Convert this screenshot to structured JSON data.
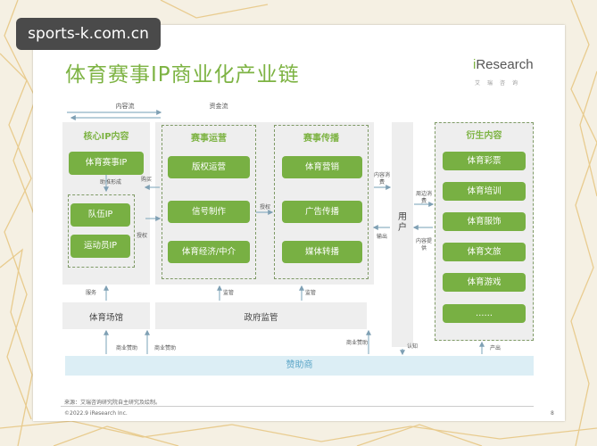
{
  "watermark": "sports-k.com.cn",
  "title": "体育赛事IP商业化产业链",
  "logo": {
    "prefix": "i",
    "name": "Research",
    "subtitle": "艾瑞咨询"
  },
  "flows": {
    "content_flow": "内容流",
    "capital_flow": "资金流"
  },
  "core_ip": {
    "header": "核心IP内容",
    "items": [
      "体育赛事IP",
      "队伍IP",
      "运动员IP"
    ],
    "help_form": "助推形成",
    "purchase": "购买",
    "license": "授权"
  },
  "operation": {
    "header": "赛事运营",
    "items": [
      "版权运营",
      "信号制作",
      "体育经济/中介"
    ]
  },
  "broadcast": {
    "header": "赛事传播",
    "items": [
      "体育营销",
      "广告传播",
      "媒体转播"
    ]
  },
  "broadcast_license": "授权",
  "user_panel": {
    "label": "用户",
    "content_consume": "内容消费",
    "output": "输出",
    "peripheral_consume": "周边消费",
    "content_provide": "内容提供",
    "recognize": "认知"
  },
  "derivatives": {
    "header": "衍生内容",
    "items": [
      "体育彩票",
      "体育培训",
      "体育服饰",
      "体育文旅",
      "体育游戏",
      "……"
    ],
    "output": "产出"
  },
  "venue": {
    "label": "体育场馆",
    "service": "服务"
  },
  "government": {
    "label": "政府监管",
    "supervise_1": "监管",
    "supervise_2": "监管"
  },
  "sponsor": {
    "label": "赞助商",
    "sponsor_1": "商业赞助",
    "sponsor_2": "商业赞助",
    "sponsor_3": "商业赞助"
  },
  "footer": {
    "source": "来源：艾瑞咨询研究院自主研究及绘制。",
    "copyright": "©2022.9 iResearch Inc.",
    "page": "8"
  },
  "colors": {
    "green": "#78b043",
    "sponsor_bg": "#dceef5",
    "sponsor_text": "#5aa5c7"
  }
}
